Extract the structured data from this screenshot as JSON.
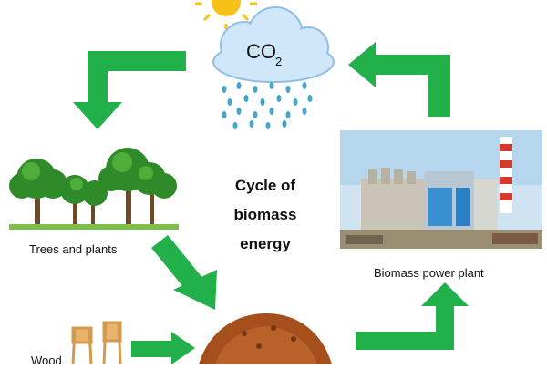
{
  "diagram": {
    "title_lines": [
      "Cycle of",
      "biomass",
      "energy"
    ],
    "cloud_text": {
      "main": "CO",
      "subscript": "2"
    },
    "labels": {
      "trees": "Trees and plants",
      "plant": "Biomass power plant",
      "wood": "Wood"
    },
    "colors": {
      "arrow": "#22b04b",
      "cloud": "#cfe7f8",
      "rain": "#48a6c9",
      "sun": "#f6c21a",
      "biomass": "#a5501c"
    }
  }
}
